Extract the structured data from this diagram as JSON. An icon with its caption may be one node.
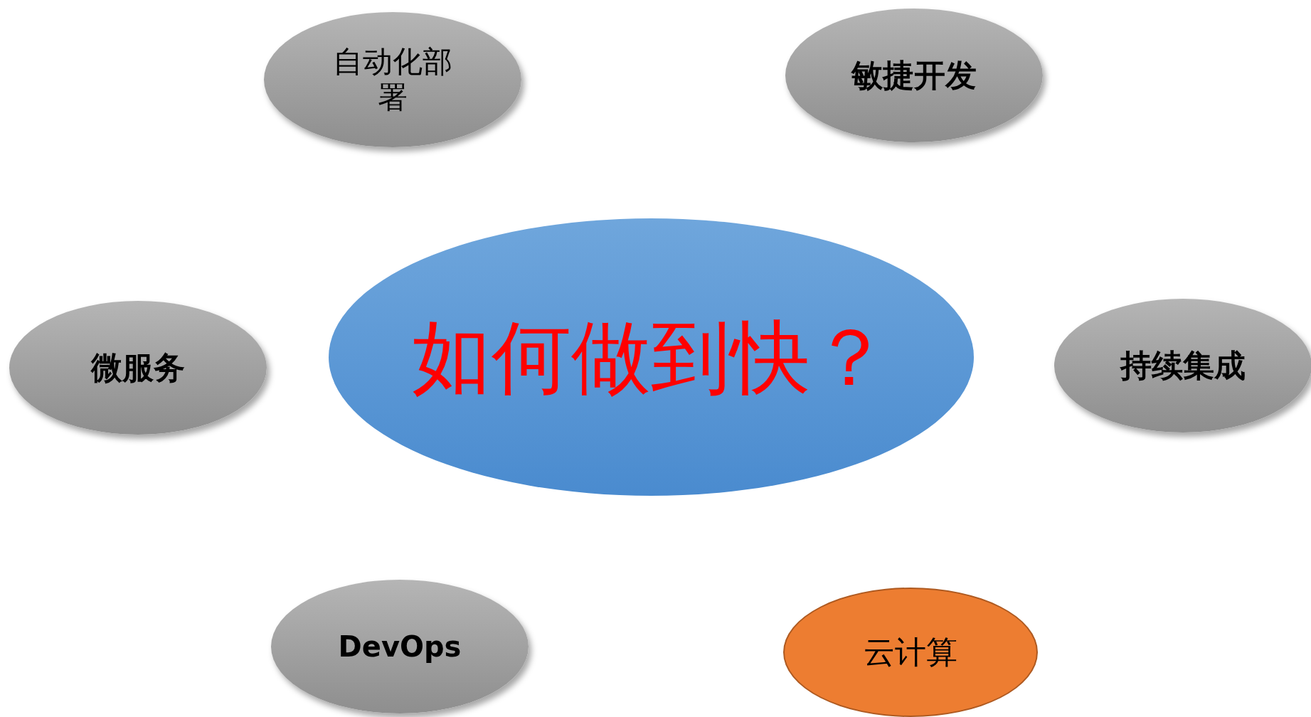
{
  "diagram": {
    "nodes": [
      {
        "text": [
          "自动化部署"
        ]
      },
      {
        "text": [
          "敏捷开发"
        ]
      },
      {
        "text": [
          "如何做到快？"
        ]
      },
      {
        "text": [
          "微服务"
        ]
      },
      {
        "text": [
          "持续集成"
        ]
      },
      {
        "text": [
          "DevOps"
        ]
      },
      {
        "text": [
          "云计算"
        ]
      }
    ]
  }
}
